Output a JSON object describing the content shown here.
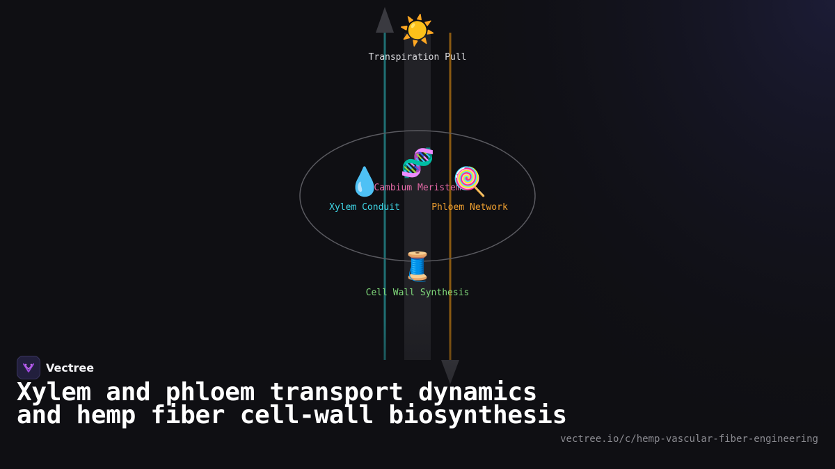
{
  "diagram": {
    "nodes": {
      "sun": {
        "icon": "sun-icon",
        "glyph": "☀️",
        "label": "Transpiration Pull",
        "color": "#d8d8dc"
      },
      "xylem": {
        "icon": "water-droplet-icon",
        "glyph": "💧",
        "label": "Xylem Conduit",
        "color": "#3fd6e6"
      },
      "cambium": {
        "icon": "dna-icon",
        "glyph": "🧬",
        "label": "Cambium Meristem",
        "color": "#e66aa8"
      },
      "phloem": {
        "icon": "lollipop-icon",
        "glyph": "🍭",
        "label": "Phloem Network",
        "color": "#f0a030"
      },
      "cellwall": {
        "icon": "thread-spool-icon",
        "glyph": "🧵",
        "label": "Cell Wall Synthesis",
        "color": "#7fd87a"
      }
    },
    "colors": {
      "xylem_line": "#1f6f73",
      "phloem_line": "#8a5a12",
      "center_column": "#26262b",
      "arrow": "#3a3a40",
      "ellipse": "#5a5a60"
    }
  },
  "brand": {
    "name": "Vectree",
    "logo_icon": "vectree-logo-icon"
  },
  "title": "Xylem and phloem transport dynamics and hemp fiber cell-wall biosynthesis",
  "url": "vectree.io/c/hemp-vascular-fiber-engineering",
  "colors": {
    "background": "#0f0f13",
    "brand_accent": "#a04ae0"
  }
}
